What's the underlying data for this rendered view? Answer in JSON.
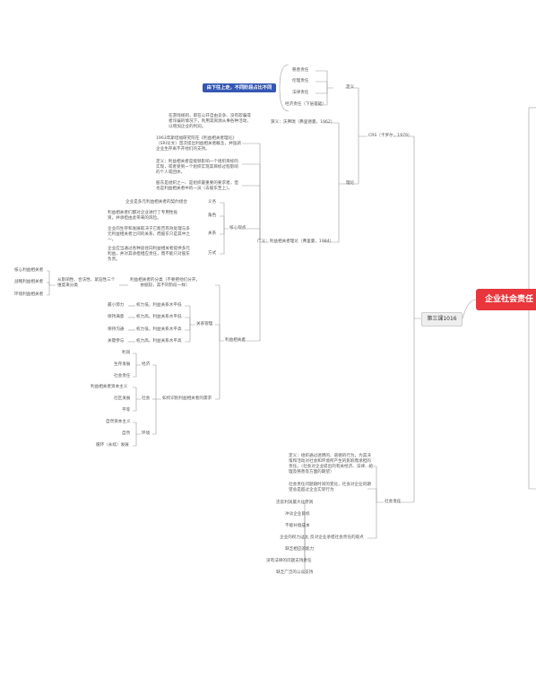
{
  "root": "企业社会责任",
  "main_topic": "第三课1016",
  "note_tag": "由下往上走，不同阶段占比不同",
  "definition_branch": {
    "label": "定义",
    "csr": "CRS（卡罗尔，1979）",
    "responsibilities": [
      "慈善责任",
      "伦理责任",
      "法律责任",
      "经济责任（下层基础）"
    ]
  },
  "theory_branch": {
    "label": "狭义：沃弗瑞（弗里德曼，1962）",
    "narrow_text": "在游戏规则，即在公开自由竞争、没有欺骗或者诈骗的情况下，利用其资源从事各种活动，以增加企业的利润。",
    "broad_label": "广义：利益相关者理论（弗里曼，1984）",
    "broad_texts": [
      "1963年斯坦福研究院在《利益相关者理论》（SRI论文）首次提出利益相关者概念，并强调企业生存离不开他们的支持。",
      "定义：利益相关者是能够影响一个组织目标的实现，或者受到一个组织实现其目标过程影响的个人或团体。",
      "股东是组织之一、是组织最重要的要求者，但也是利益相关者中的一员（去股东至上）。"
    ],
    "core_group": "核心观点",
    "core_items": [
      {
        "label": "义务",
        "text": "企业是多元利益相关者的契约组合"
      },
      {
        "label": "角色",
        "text": "利益相关者们都对企业进行了专用性投资，并承担由此带来的风险。"
      },
      {
        "label": "关系",
        "text": "企业的生存和发展取决于它能否有效处理与多元利益相关者之间的关系，而股东只是其中之一。"
      },
      {
        "label": "方式",
        "text": "企业应当通过各种途径向利益相关者提供多元利益，并对其承担相应责任，而不能只对股东负责。"
      }
    ],
    "classification_group": "利益相关者",
    "classification_label": "利益相关者的分类（不要把他们分开，依据较，其不同阶段一样）",
    "three_types": [
      "核心利益相关者",
      "战略利益相关者",
      "环境利益相关者"
    ],
    "three_criteria": "从影响性、合法性、紧迫性三个维度来分类",
    "relation_group": "关系管理",
    "relation_items": [
      {
        "label": "最小努力",
        "text": "权力低，利益关系水平低"
      },
      {
        "label": "保持满意",
        "text": "权力高，利益关系水平低"
      },
      {
        "label": "保持沟通",
        "text": "权力低，利益关系水平高"
      },
      {
        "label": "关键参与",
        "text": "权力高，利益关系水平高"
      }
    ],
    "needs_group": "如何识别利益相关者的需求",
    "needs_econ": "经济",
    "needs_econ_items": [
      "利润",
      "生存发展",
      "社会责任"
    ],
    "needs_social": "社会",
    "needs_social_items": [
      "利益相关者资本主义",
      "社区发展",
      "平等"
    ],
    "needs_env": "环境",
    "needs_env_items": [
      "自然资本主义",
      "自然",
      "循环（永续）发展"
    ]
  },
  "responsibility_branch": {
    "label": "社会责任",
    "definition_text": "定义：组织通过透明的、道德的行为，为其决策和活动对社会和环境所产生的影响而承担的责任。（社会对企业提出的有关经济、法律、伦理及慈善等方面的期望）",
    "expectation_text": "社会责任问题随时间的变化，社会对企业的期望总是超过企业实际行为",
    "against_label": "反对企业承担社会责任的观点",
    "against_items": [
      "违反利润最大化原则",
      "冲淡企业目标",
      "不能补偿成本",
      "企业的权力过大",
      "缺乏相应的能力",
      "没有法律的问题支持责任",
      "缺乏广泛的公众支持"
    ]
  }
}
